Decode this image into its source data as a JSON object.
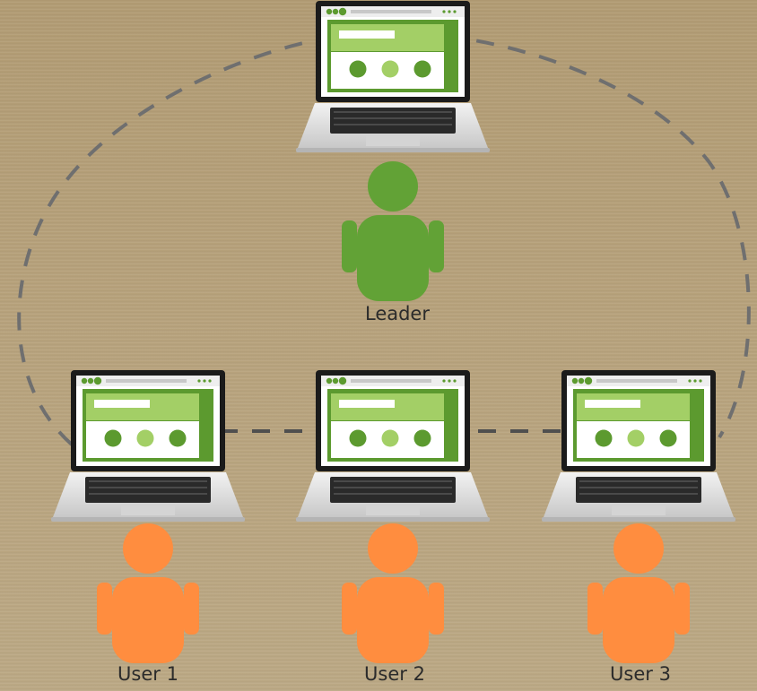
{
  "nodes": {
    "leader": {
      "label": "Leader"
    },
    "users": [
      {
        "label": "User 1"
      },
      {
        "label": "User 2"
      },
      {
        "label": "User 3"
      }
    ]
  },
  "colors": {
    "leader_person": "#62a236",
    "user_person": "#ff8d3f",
    "screen_dark_green": "#5c9a2f",
    "screen_light_green": "#a3cf66",
    "laptop_silver": "#dcdcdc",
    "connection_dash": "#6f6f6f"
  }
}
